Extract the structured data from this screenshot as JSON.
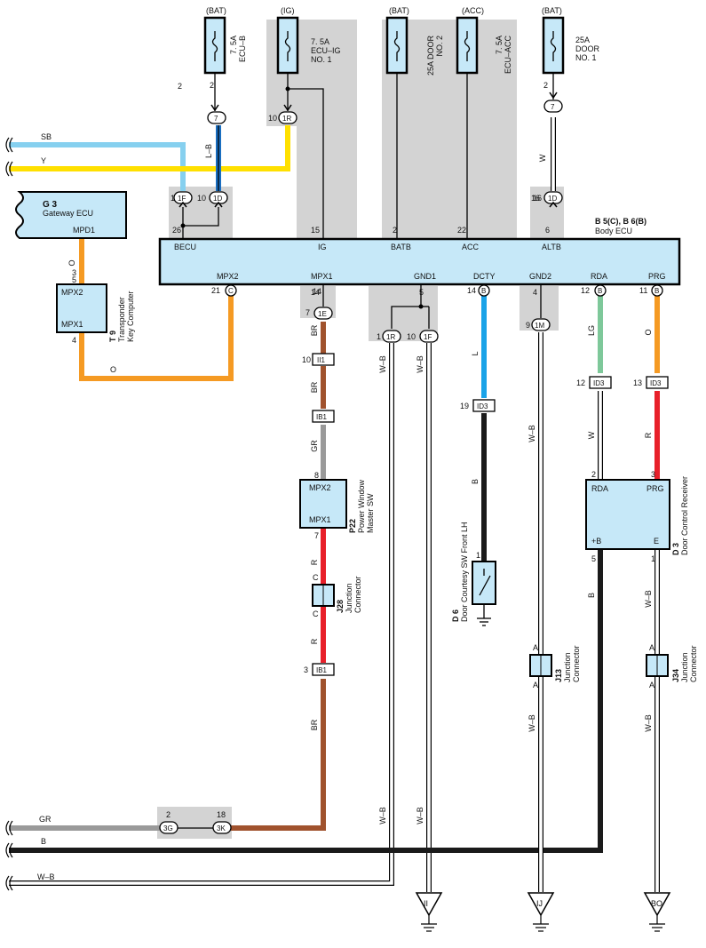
{
  "fuses": [
    {
      "source": "(BAT)",
      "line1": "7. 5A",
      "line2": "ECU–B",
      "line3": ""
    },
    {
      "source": "(IG)",
      "line1": "7. 5A",
      "line2": "ECU–IG",
      "line3": "NO. 1"
    },
    {
      "source": "(BAT)",
      "line1": "25A DOOR",
      "line2": "NO. 2",
      "line3": ""
    },
    {
      "source": "(ACC)",
      "line1": "7. 5A",
      "line2": "ECU–ACC",
      "line3": ""
    },
    {
      "source": "(BAT)",
      "line1": "25A",
      "line2": "DOOR",
      "line3": "NO. 1"
    }
  ],
  "body_ecu": {
    "id": "B 5(C), B 6(B)",
    "name": "Body ECU",
    "top_pins": [
      {
        "label": "BECU",
        "num": "26"
      },
      {
        "label": "IG",
        "num": "15"
      },
      {
        "label": "BATB",
        "num": "2"
      },
      {
        "label": "ACC",
        "num": "22"
      },
      {
        "label": "ALTB",
        "num": "6"
      }
    ],
    "bottom_pins": [
      {
        "label": "MPX2",
        "num": "21",
        "conn": "C"
      },
      {
        "label": "MPX1",
        "num": "14",
        "conn": ""
      },
      {
        "label": "GND1",
        "num": "5",
        "conn": ""
      },
      {
        "label": "DCTY",
        "num": "14",
        "conn": "B"
      },
      {
        "label": "GND2",
        "num": "4",
        "conn": ""
      },
      {
        "label": "RDA",
        "num": "12",
        "conn": "B"
      },
      {
        "label": "PRG",
        "num": "11",
        "conn": "B"
      }
    ]
  },
  "gateway": {
    "id": "G 3",
    "name": "Gateway ECU",
    "pin": "MPD1"
  },
  "transponder": {
    "id": "T 9",
    "name1": "Transponder",
    "name2": "Key Computer",
    "pin_top": "MPX2",
    "pin_bot": "MPX1",
    "num_top": "5",
    "num_bot": "4",
    "num_in": "3"
  },
  "pw_switch": {
    "id": "P22",
    "name1": "Power Window",
    "name2": "Master SW",
    "pin_top": "MPX2",
    "pin_bot": "MPX1",
    "num_top": "8",
    "num_bot": "7"
  },
  "j28": {
    "id": "J28",
    "name1": "Junction",
    "name2": "Connector",
    "pin": "C"
  },
  "d6": {
    "id": "D 6",
    "name": "Door Courtesy SW Front LH",
    "num": "1"
  },
  "d3": {
    "id": "D 3",
    "name": "Door Control Receiver",
    "pin_rda": "RDA",
    "pin_prg": "PRG",
    "pin_b": "+B",
    "pin_e": "E",
    "n_rda": "2",
    "n_prg": "3",
    "n_b": "5",
    "n_e": "1"
  },
  "j13": {
    "id": "J13",
    "name1": "Junction",
    "name2": "Connector",
    "pin": "A"
  },
  "j34": {
    "id": "J34",
    "name1": "Junction",
    "name2": "Connector",
    "pin": "A"
  },
  "connectors": {
    "c7": "7",
    "c1R": "1R",
    "c1F": "1F",
    "c1D": "1D",
    "c1E": "1E",
    "cII1": "II1",
    "cIB1": "IB1",
    "cID3": "ID3",
    "c1M": "1M",
    "c3G": "3G",
    "c3K": "3K",
    "cC": "C",
    "cB": "B"
  },
  "pins": {
    "p2": "2",
    "p10": "10",
    "p1": "1",
    "p16": "16",
    "p7": "7",
    "p3": "3",
    "p9": "9",
    "p12": "12",
    "p13": "13",
    "p19": "19",
    "p18": "18",
    "p4": "4",
    "p5": "5",
    "p14": "14",
    "p11": "11",
    "p21": "21"
  },
  "wires": {
    "SB": "SB",
    "Y": "Y",
    "LB": "L–B",
    "W": "W",
    "O": "O",
    "BR": "BR",
    "GR": "GR",
    "R": "R",
    "L": "L",
    "B": "B",
    "LG": "LG",
    "WB": "W–B"
  },
  "grounds": [
    "II",
    "IJ",
    "BO"
  ],
  "colors": {
    "SB": "#86d0ef",
    "Y": "#ffe000",
    "LB": "#1a6ec0",
    "O": "#f59a23",
    "BR": "#a0522d",
    "GR": "#9a9a9a",
    "R": "#e8202a",
    "L": "#1aa3e8",
    "B": "#1a1a1a",
    "LG": "#7ec89a",
    "box": "#c6e8f8",
    "shade": "#d3d3d3"
  }
}
